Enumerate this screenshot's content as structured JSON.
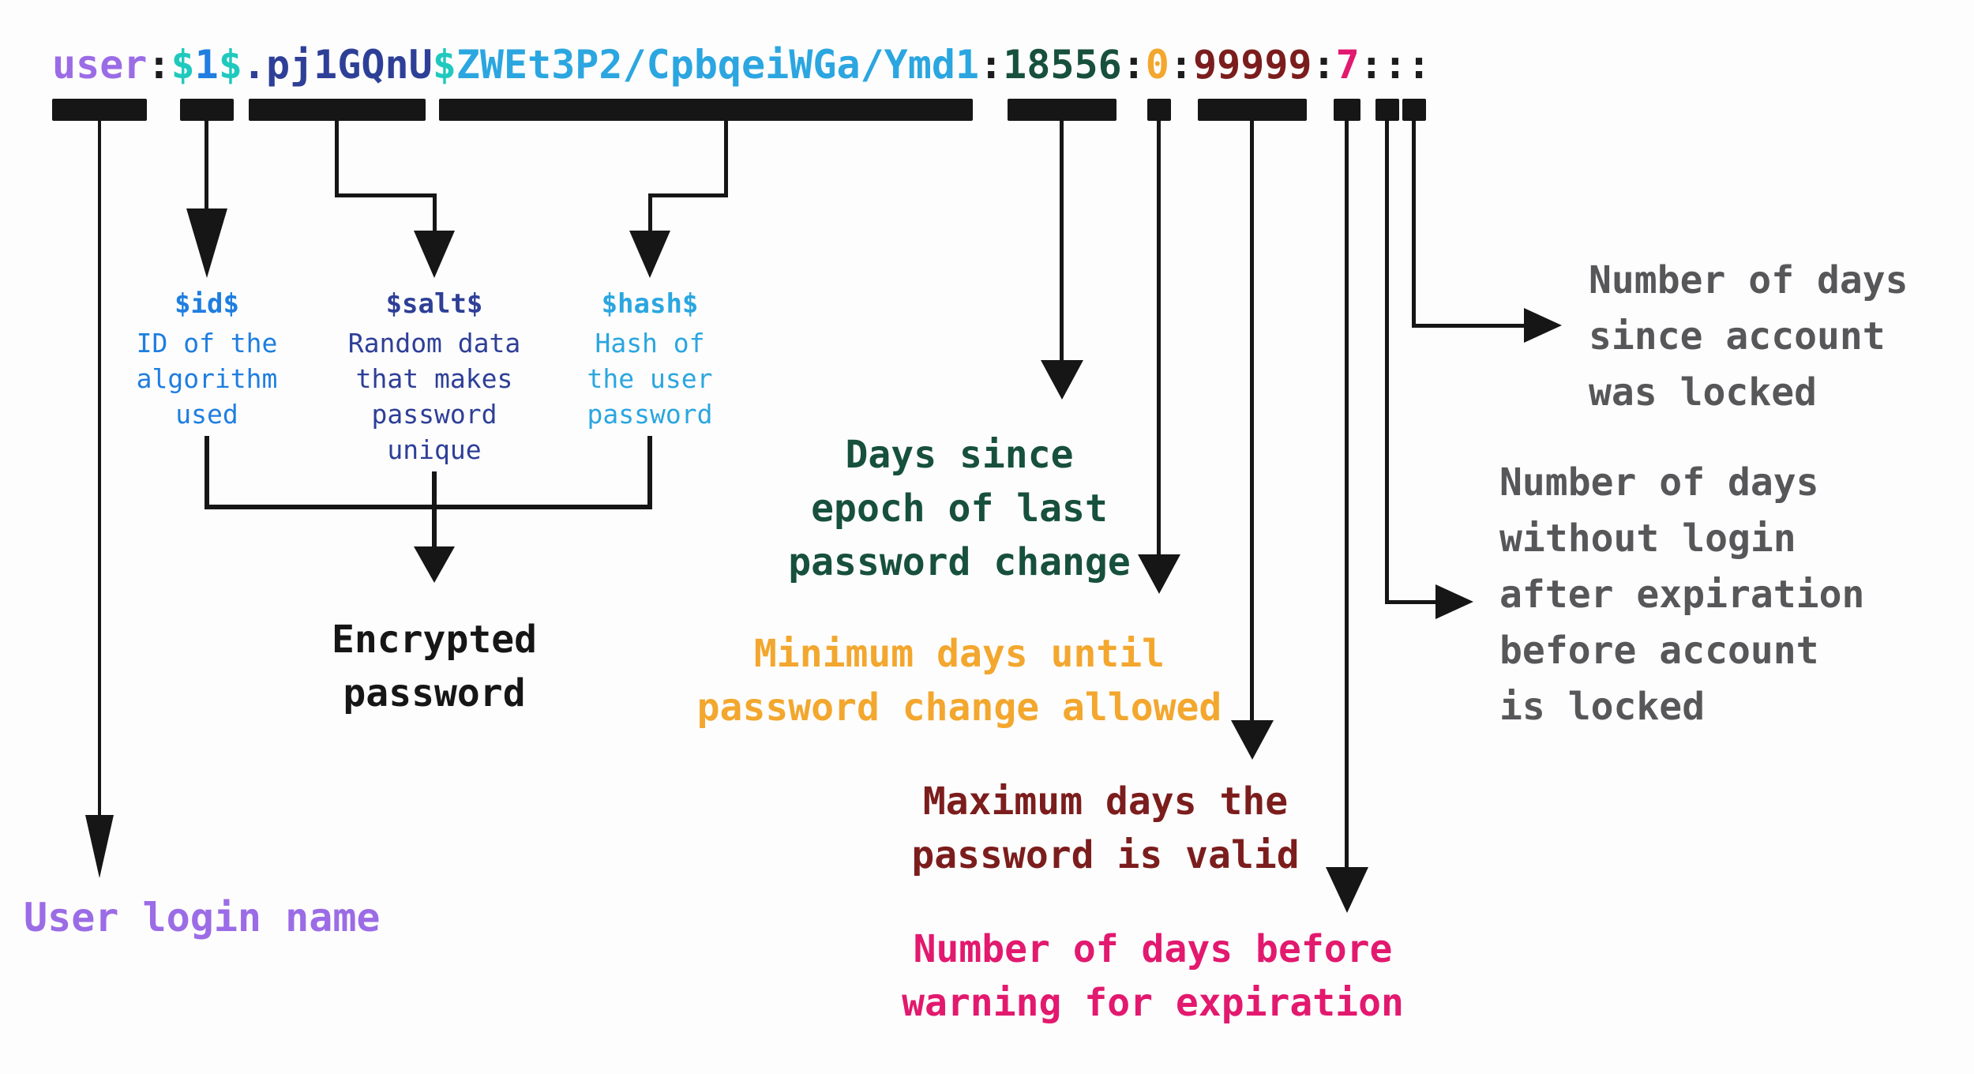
{
  "colors": {
    "purple": "#9b6ce6",
    "teal": "#20c9be",
    "blue": "#1f7ee0",
    "navy": "#2e3f97",
    "sky": "#2ba6e0",
    "dark": "#1c1c1e",
    "green": "#17503d",
    "orange": "#f3a72e",
    "maroon": "#7c1d1d",
    "pink": "#e2196e",
    "gray": "#57575a",
    "ink": "#161616"
  },
  "code_line": {
    "full_text": "user:$1$.pj1GQnU$ZWEt3P2/CpbqeiWGa/Ymd1:18556:0:99999:7:::",
    "segments": [
      {
        "text": "user",
        "color": "purple"
      },
      {
        "text": ":",
        "color": "dark"
      },
      {
        "text": "$",
        "color": "teal"
      },
      {
        "text": "1",
        "color": "blue"
      },
      {
        "text": "$",
        "color": "teal"
      },
      {
        "text": ".pj1GQnU",
        "color": "navy"
      },
      {
        "text": "$",
        "color": "teal"
      },
      {
        "text": "ZWEt3P2/CpbqeiWGa/Ymd1",
        "color": "sky"
      },
      {
        "text": ":",
        "color": "dark"
      },
      {
        "text": "18556",
        "color": "green"
      },
      {
        "text": ":",
        "color": "dark"
      },
      {
        "text": "0",
        "color": "orange"
      },
      {
        "text": ":",
        "color": "dark"
      },
      {
        "text": "99999",
        "color": "maroon"
      },
      {
        "text": ":",
        "color": "dark"
      },
      {
        "text": "7",
        "color": "pink"
      },
      {
        "text": ":::",
        "color": "dark"
      }
    ]
  },
  "annotations": {
    "id": {
      "label": "$id$",
      "lines": [
        "ID of the",
        "algorithm",
        "used"
      ]
    },
    "salt": {
      "label": "$salt$",
      "lines": [
        "Random data",
        "that makes",
        "password",
        "unique"
      ]
    },
    "hash": {
      "label": "$hash$",
      "lines": [
        "Hash of",
        "the user",
        "password"
      ]
    },
    "encrypted": {
      "lines": [
        "Encrypted",
        "password"
      ]
    },
    "user_login": {
      "text": "User login name"
    },
    "last_change": {
      "lines": [
        "Days since",
        "epoch of last",
        "password change"
      ]
    },
    "min_days": {
      "lines": [
        "Minimum days until",
        "password change allowed"
      ]
    },
    "max_days": {
      "lines": [
        "Maximum days the",
        "password is valid"
      ]
    },
    "warn_days": {
      "lines": [
        "Number of days before",
        "warning for expiration"
      ]
    },
    "locked_since": {
      "lines": [
        "Number of days",
        "since account",
        "was locked"
      ]
    },
    "inactive": {
      "lines": [
        "Number of days",
        "without login",
        "after expiration",
        "before account",
        "is locked"
      ]
    }
  }
}
